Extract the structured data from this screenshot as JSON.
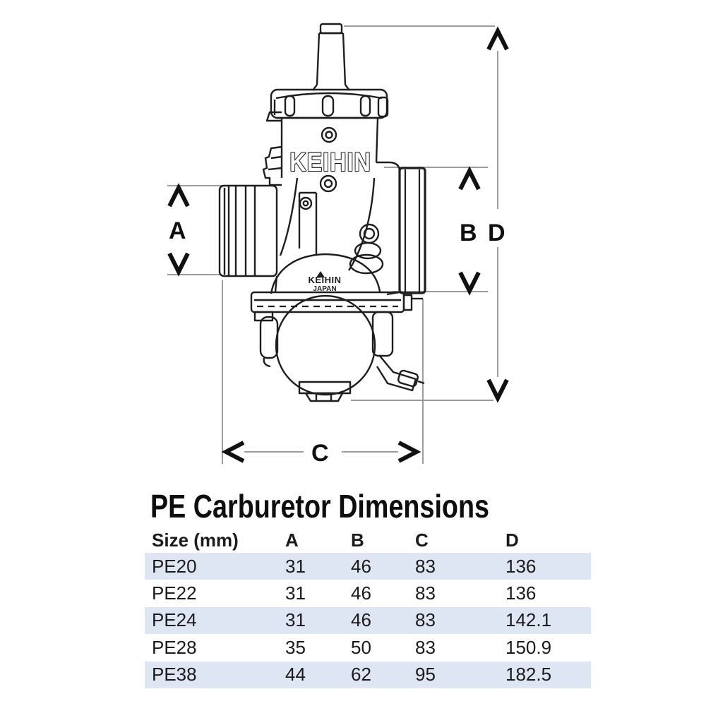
{
  "title": "PE Carburetor Dimensions",
  "diagram": {
    "embossed_brand": "KEIHIN",
    "bowl_brand": "KEIHIN",
    "bowl_origin": "JAPAN",
    "labels": {
      "a": "A",
      "b": "B",
      "c": "C",
      "d": "D"
    },
    "line_color": "#1e1e1e",
    "dimension_line_color": "#8d8d8d"
  },
  "table": {
    "stripe_color": "#dfe6f3",
    "columns": [
      "Size (mm)",
      "A",
      "B",
      "C",
      "D"
    ],
    "rows": [
      {
        "label": "PE20",
        "values": [
          "31",
          "46",
          "83",
          "136"
        ]
      },
      {
        "label": "PE22",
        "values": [
          "31",
          "46",
          "83",
          "136"
        ]
      },
      {
        "label": "PE24",
        "values": [
          "31",
          "46",
          "83",
          "142.1"
        ]
      },
      {
        "label": "PE28",
        "values": [
          "35",
          "50",
          "83",
          "150.9"
        ]
      },
      {
        "label": "PE38",
        "values": [
          "44",
          "62",
          "95",
          "182.5"
        ]
      }
    ]
  }
}
